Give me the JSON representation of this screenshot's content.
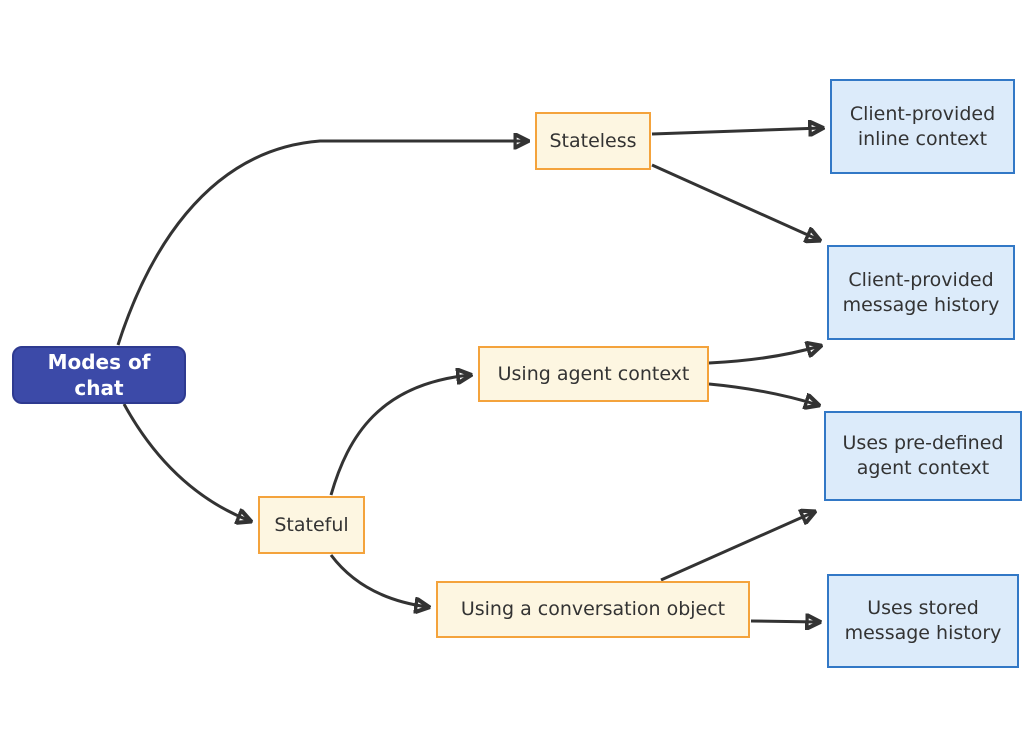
{
  "diagram": {
    "type": "flowchart",
    "direction": "left-to-right",
    "background": "#FFFFFF",
    "nodes": {
      "modes": {
        "label": "Modes of chat",
        "style": "root"
      },
      "stateless": {
        "label": "Stateless",
        "style": "topic"
      },
      "stateful": {
        "label": "Stateful",
        "style": "topic"
      },
      "agent_context": {
        "label": "Using agent context",
        "style": "topic"
      },
      "conversation": {
        "label": "Using a conversation object",
        "style": "topic"
      },
      "inline_context": {
        "label": "Client-provided inline context",
        "style": "outcome"
      },
      "message_history": {
        "label": "Client-provided message history",
        "style": "outcome"
      },
      "predefined_context": {
        "label": "Uses pre-defined agent context",
        "style": "outcome"
      },
      "stored_history": {
        "label": "Uses stored message history",
        "style": "outcome"
      }
    },
    "edges": [
      {
        "from": "modes",
        "to": "stateless"
      },
      {
        "from": "modes",
        "to": "stateful"
      },
      {
        "from": "stateless",
        "to": "inline_context"
      },
      {
        "from": "stateless",
        "to": "message_history"
      },
      {
        "from": "stateful",
        "to": "agent_context"
      },
      {
        "from": "stateful",
        "to": "conversation"
      },
      {
        "from": "agent_context",
        "to": "message_history"
      },
      {
        "from": "agent_context",
        "to": "predefined_context"
      },
      {
        "from": "conversation",
        "to": "predefined_context"
      },
      {
        "from": "conversation",
        "to": "stored_history"
      }
    ],
    "colors": {
      "root_fill": "#3C4AA8",
      "root_border": "#2E3A90",
      "root_text": "#FFFFFF",
      "topic_fill": "#FDF6E1",
      "topic_border": "#F4A33C",
      "outcome_fill": "#DCEBFA",
      "outcome_border": "#3278C6",
      "node_text": "#333333",
      "edge": "#333333"
    }
  }
}
